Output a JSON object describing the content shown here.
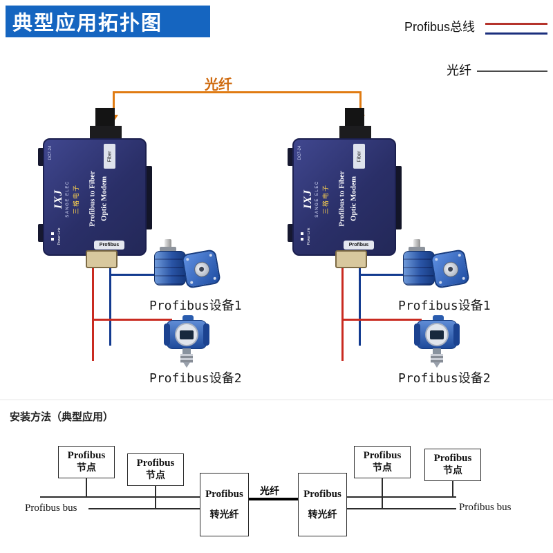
{
  "header": {
    "title": "典型应用拓扑图"
  },
  "legend": {
    "profibus_label": "Profibus总线",
    "fiber_label": "光纤",
    "profibus_color_red": "#b5342c",
    "profibus_color_blue": "#1b2f7d",
    "fiber_color": "#4a4a4a"
  },
  "topology": {
    "fiber_link_label": "光纤",
    "fiber_link_color": "#e07b12",
    "device1_label": "Profibus设备1",
    "device2_label": "Profibus设备2"
  },
  "modem": {
    "logo_text": "IXJ",
    "brand_en": "SANGE ELEC",
    "brand_cn": "三格电子",
    "product_line1": "Profibus to Fiber",
    "product_line2": "Optic Modem",
    "fiber_port_label": "Fiber",
    "profibus_port_label": "Profibus",
    "dc_label": "DC7-24",
    "led_label1": "Power",
    "led_label2": "Link"
  },
  "install": {
    "section_title": "安装方法（典型应用）",
    "node_line1": "Profibus",
    "node_line2": "节点",
    "converter_line1": "Profibus",
    "converter_line2": "转光纤",
    "fiber_label": "光纤",
    "bus_label_left": "Profibus bus",
    "bus_label_right": "Profibus bus"
  }
}
